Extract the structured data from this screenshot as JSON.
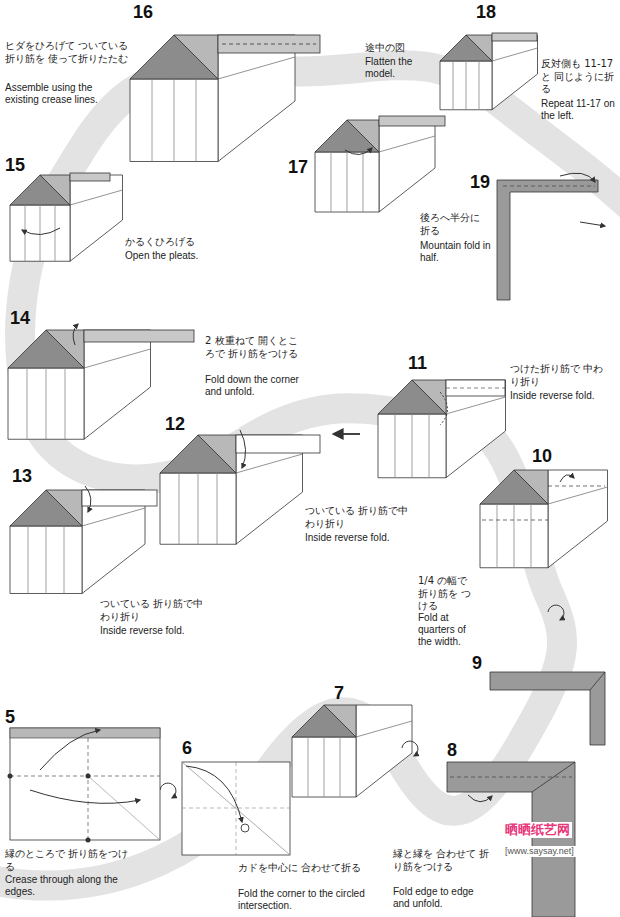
{
  "diagram": {
    "labels": [
      "16",
      "ヒダをひろげて ついている折り筋を 使って折りたたむ",
      "Assemble using the existing crease lines.",
      "17",
      "途中の図",
      "Flatten the model.",
      "18",
      "反対側も 11-17 と 同じように折る",
      "Repeat 11-17 on the left.",
      "15",
      "かるくひろげる",
      "Open the pleats.",
      "19",
      "後ろへ半分に 折る",
      "Mountain fold in half.",
      "14",
      "2 枚重ねて 開くところで 折り筋をつける",
      "Fold down the corner and unfold.",
      "11",
      "つけた折り筋で 中わり折り",
      "Inside reverse fold.",
      "12",
      "ついている 折り筋で中わり折り",
      "Inside reverse fold.",
      "10",
      "1/4 の幅で 折り筋を つける",
      "Fold at quarters of the width.",
      "13",
      "ついている 折り筋で中わり折り",
      "Inside reverse fold.",
      "7",
      "9",
      "5",
      "縁のところで 折り筋をつける",
      "Crease through along the edges.",
      "6",
      "カドを中心に 合わせて折る",
      "Fold the corner to the circled intersection.",
      "8",
      "縁と縁を 合わせて 折り筋をつける",
      "Fold edge to edge and unfold.",
      "晒晒纸艺网",
      "[www.saysay.net]"
    ]
  }
}
